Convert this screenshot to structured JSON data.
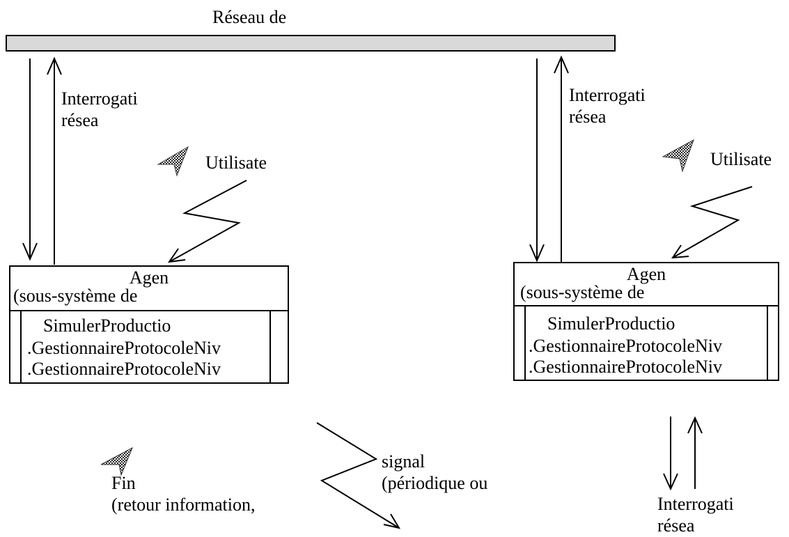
{
  "network": {
    "label": "Réseau de",
    "bar_color": "#d9d9d9"
  },
  "left": {
    "interrogation_label_1": "Interrogati",
    "interrogation_label_2": "résea",
    "user_label": "Utilisate",
    "agent": {
      "title": "Agen",
      "subtitle": "(sous-système de",
      "modules": [
        "SimulerProductio",
        ".GestionnaireProtocoleNiv",
        ".GestionnaireProtocoleNiv"
      ]
    }
  },
  "right": {
    "interrogation_label_1": "Interrogati",
    "interrogation_label_2": "résea",
    "user_label": "Utilisate",
    "agent": {
      "title": "Agen",
      "subtitle": "(sous-système de",
      "modules": [
        "SimulerProductio",
        ".GestionnaireProtocoleNiv",
        ".GestionnaireProtocoleNiv"
      ]
    }
  },
  "bottom": {
    "end_label_1": "Fin",
    "end_label_2": "(retour information,",
    "signal_label_1": "signal",
    "signal_label_2": "(périodique ou",
    "interrogation_label_1": "Interrogati",
    "interrogation_label_2": "résea"
  }
}
